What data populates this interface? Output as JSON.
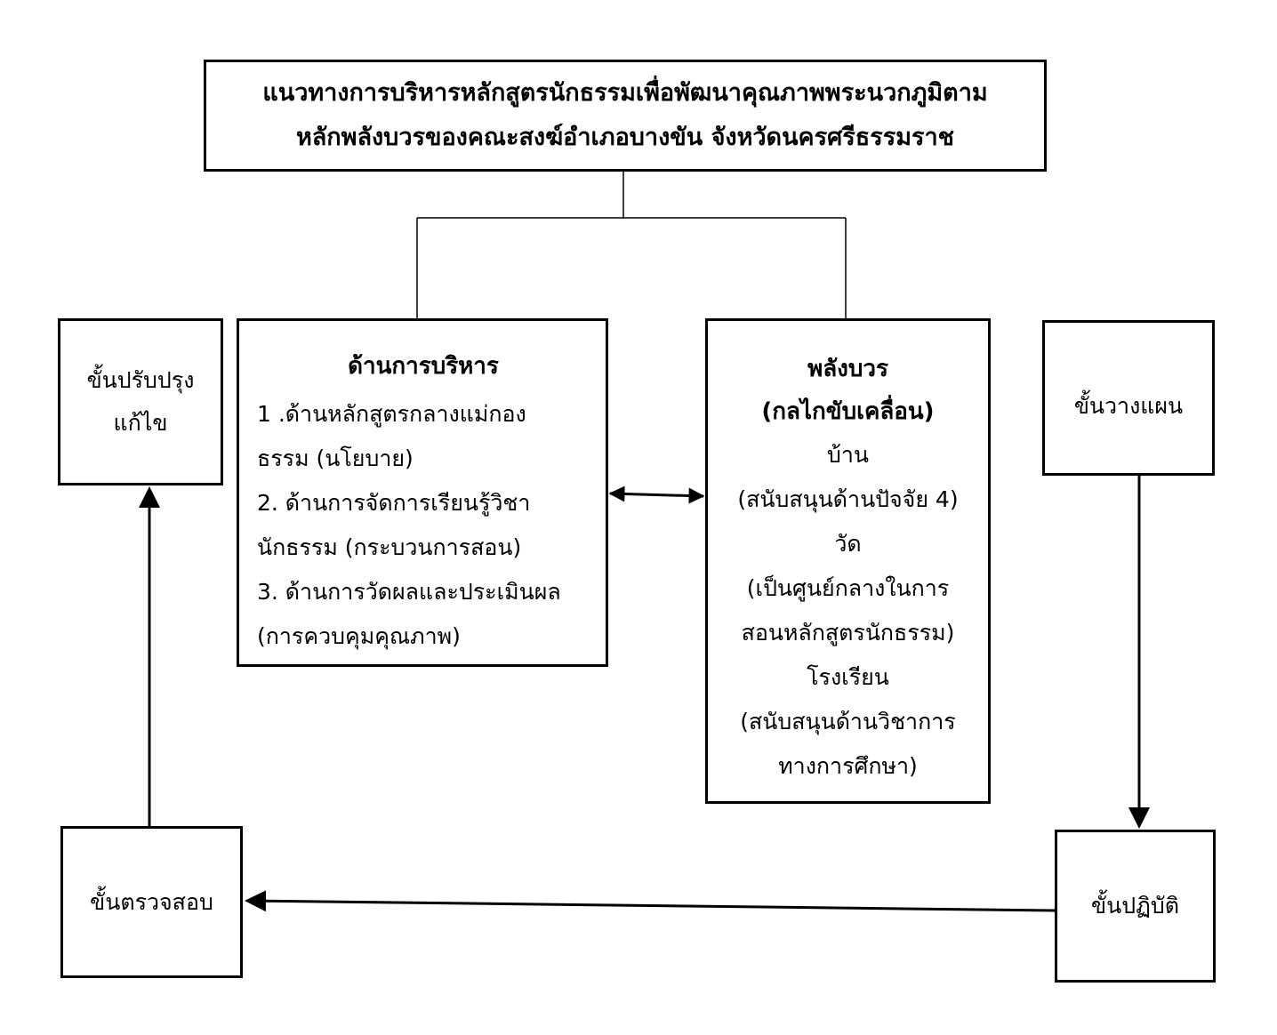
{
  "title": {
    "line1": "แนวทางการบริหารหลักสูตรนักธรรมเพื่อพัฒนาคุณภาพพระนวกภูมิตาม",
    "line2": "หลักพลังบวรของคณะสงฆ์อำเภอบางขัน จังหวัดนครศรีธรรมราช"
  },
  "admin": {
    "heading": "ด้านการบริหาร",
    "lines": [
      "1 .ด้านหลักสูตรกลางแม่กอง",
      "ธรรม (นโยบาย)",
      "2.  ด้านการจัดการเรียนรู้วิชา",
      "นักธรรม (กระบวนการสอน)",
      "3. ด้านการวัดผลและประเมินผล",
      "(การควบคุมคุณภาพ)"
    ]
  },
  "power": {
    "heading1": "พลังบวร",
    "heading2": "(กลไกขับเคลื่อน)",
    "lines": [
      "บ้าน",
      "(สนับสนุนด้านปัจจัย 4)",
      "วัด",
      "(เป็นศูนย์กลางในการ",
      "สอนหลักสูตรนักธรรม)",
      "โรงเรียน",
      "(สนับสนุนด้านวิชาการ",
      "ทางการศึกษา)"
    ]
  },
  "steps": {
    "improve_line1": "ขั้นปรับปรุง",
    "improve_line2": "แก้ไข",
    "plan": "ขั้นวางแผน",
    "do": "ขั้นปฏิบัติ",
    "check": "ขั้นตรวจสอบ"
  }
}
